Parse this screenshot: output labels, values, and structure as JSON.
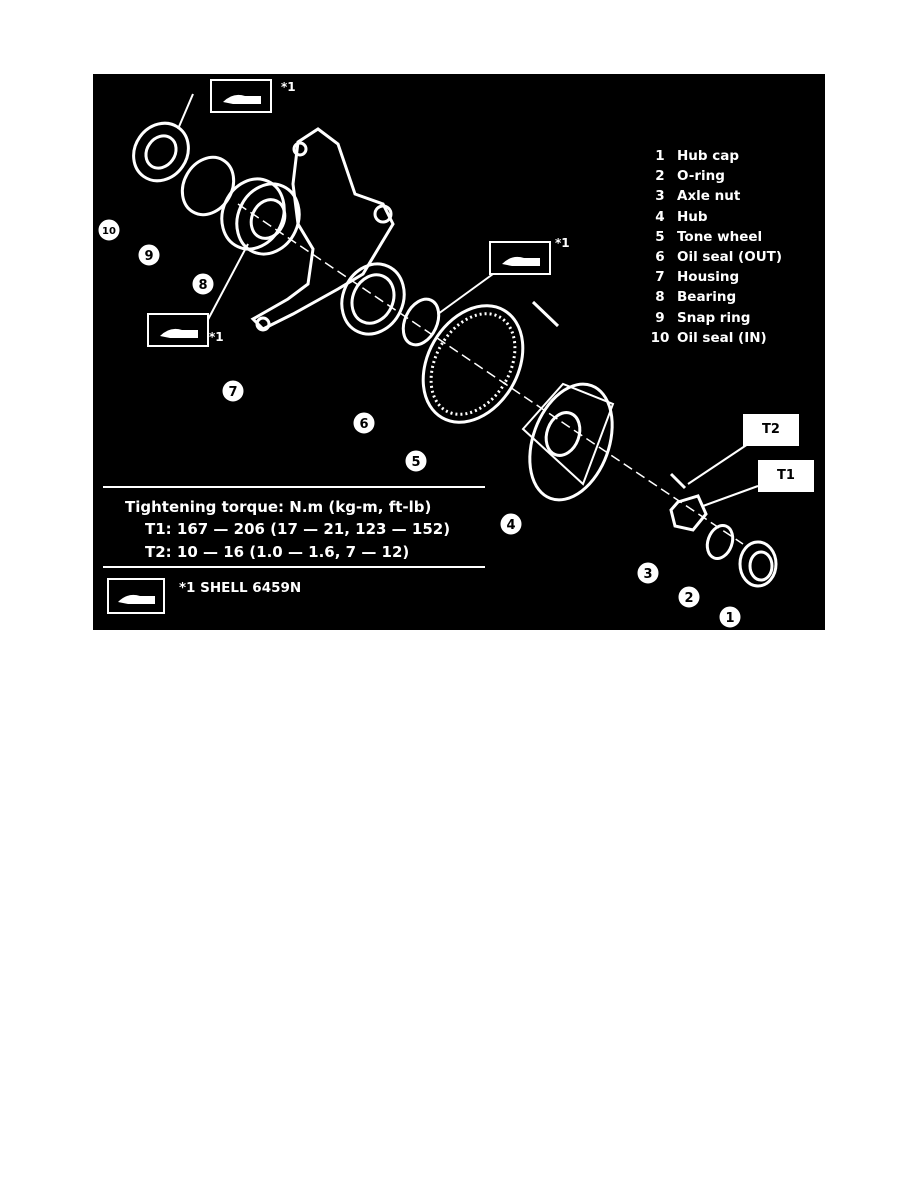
{
  "legend": [
    {
      "num": "1",
      "label": "Hub cap"
    },
    {
      "num": "2",
      "label": "O-ring"
    },
    {
      "num": "3",
      "label": "Axle nut"
    },
    {
      "num": "4",
      "label": "Hub"
    },
    {
      "num": "5",
      "label": "Tone wheel"
    },
    {
      "num": "6",
      "label": "Oil seal (OUT)"
    },
    {
      "num": "7",
      "label": "Housing"
    },
    {
      "num": "8",
      "label": "Bearing"
    },
    {
      "num": "9",
      "label": "Snap ring"
    },
    {
      "num": "10",
      "label": "Oil seal (IN)"
    }
  ],
  "torque": {
    "heading": "Tightening torque:  N.m (kg-m, ft-lb)",
    "t1": "T1:  167 — 206 (17 — 21, 123 — 152)",
    "t2": "T2:  10 — 16 (1.0 — 1.6, 7 — 12)"
  },
  "lubricant_note": "*1  SHELL 6459N",
  "asterisk": "*1",
  "torque_tags": {
    "t1": "T1",
    "t2": "T2"
  },
  "callouts": [
    "1",
    "2",
    "3",
    "4",
    "5",
    "6",
    "7",
    "8",
    "9",
    "10"
  ]
}
